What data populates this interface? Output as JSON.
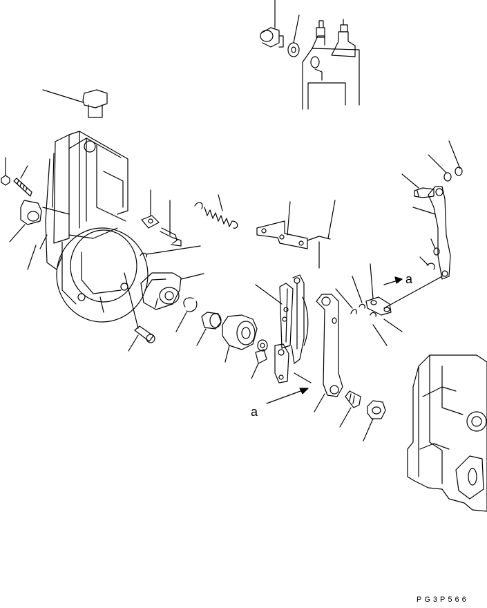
{
  "diagram": {
    "callouts": {
      "a_upper": "a",
      "a_lower": "a"
    },
    "drawing_code": "PG3P566"
  }
}
